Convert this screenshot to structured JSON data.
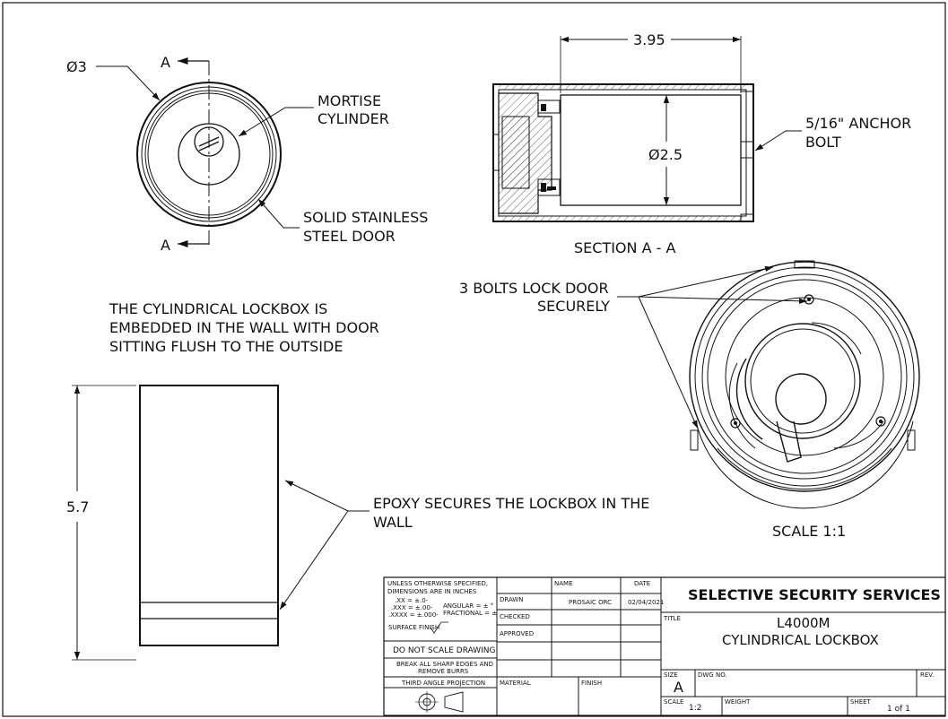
{
  "front_view": {
    "diameter_label": "Ø3",
    "section_mark_top": "A",
    "section_mark_bottom": "A",
    "mortise_line1": "MORTISE",
    "mortise_line2": "CYLINDER",
    "door_line1": "SOLID STAINLESS",
    "door_line2": "STEEL DOOR"
  },
  "section_view": {
    "length_dim": "3.95",
    "inner_diameter": "Ø2.5",
    "anchor_line1": "5/16\" ANCHOR",
    "anchor_line2": "BOLT",
    "caption": "SECTION A - A"
  },
  "notes": {
    "embedded_line1": "THE CYLINDRICAL LOCKBOX IS",
    "embedded_line2": "EMBEDDED IN THE WALL WITH DOOR",
    "embedded_line3": "SITTING FLUSH TO THE OUTSIDE",
    "bolts_line1": "3 BOLTS LOCK DOOR",
    "bolts_line2": "SECURELY",
    "epoxy_line1": "EPOXY SECURES THE LOCKBOX IN THE",
    "epoxy_line2": "WALL"
  },
  "side_view": {
    "height_dim": "5.7"
  },
  "iso_view": {
    "scale_caption": "SCALE 1:1"
  },
  "title_block": {
    "tol_line1": "UNLESS OTHERWISE SPECIFIED,",
    "tol_line2": "DIMENSIONS ARE IN INCHES",
    "tol_xx": ".XX = ±.0-",
    "tol_xxx": ".XXX = ±.00-",
    "tol_xxxx": ".XXXX = ±.000-",
    "tol_angular": "ANGULAR = ± °",
    "tol_fractional": "FRACTIONAL = ±",
    "surface_finish": "SURFACE FINISH",
    "do_not_scale": "DO NOT SCALE DRAWING",
    "break_edges1": "BREAK ALL SHARP EDGES AND",
    "break_edges2": "REMOVE BURRS",
    "projection": "THIRD ANGLE PROJECTION",
    "col_name": "NAME",
    "col_date": "DATE",
    "row_drawn": "DRAWN",
    "row_checked": "CHECKED",
    "row_approved": "APPROVED",
    "drawn_name": "PROSAIC ORC",
    "drawn_date": "02/04/2021",
    "material": "MATERIAL",
    "finish": "FINISH",
    "company": "SELECTIVE SECURITY SERVICES",
    "title_label": "TITLE",
    "title_line1": "L4000M",
    "title_line2": "CYLINDRICAL LOCKBOX",
    "size_label": "SIZE",
    "size_value": "A",
    "dwg_no_label": "DWG NO.",
    "rev_label": "REV.",
    "scale_label": "SCALE",
    "scale_value": "1:2",
    "weight_label": "WEIGHT",
    "sheet_label": "SHEET",
    "sheet_value": "1 of 1"
  }
}
